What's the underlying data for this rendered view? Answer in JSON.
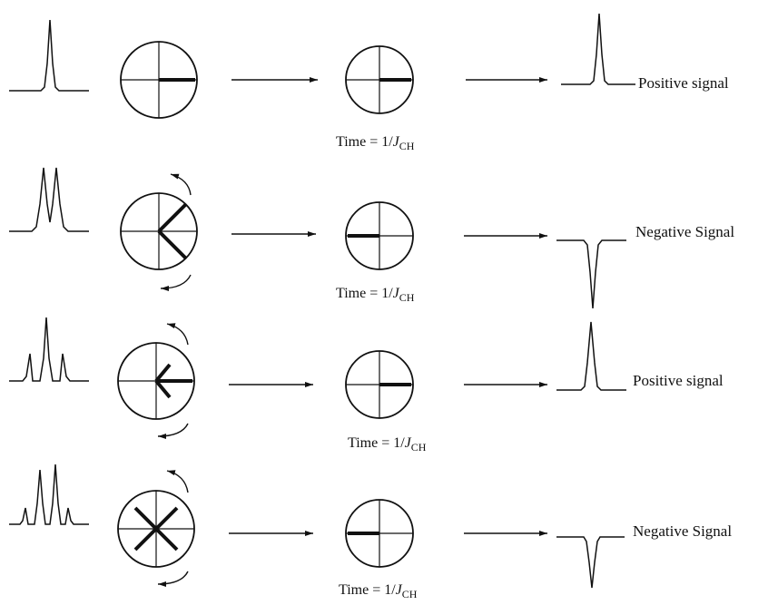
{
  "rows": [
    {
      "multiplet": "singlet",
      "time_label": {
        "prefix": "Time = 1/",
        "j": "J",
        "sub": "CH"
      },
      "signal_label": "Positive signal",
      "signal_sign": "positive"
    },
    {
      "multiplet": "doublet",
      "time_label": {
        "prefix": "Time = 1/",
        "j": "J",
        "sub": "CH"
      },
      "signal_label": "Negative Signal",
      "signal_sign": "negative"
    },
    {
      "multiplet": "triplet",
      "time_label": {
        "prefix": "Time = 1/",
        "j": "J",
        "sub": "CH"
      },
      "signal_label": "Positive signal",
      "signal_sign": "positive"
    },
    {
      "multiplet": "quartet",
      "time_label": {
        "prefix": "Time = 1/",
        "j": "J",
        "sub": "CH"
      },
      "signal_label": "Negative Signal",
      "signal_sign": "negative"
    }
  ]
}
